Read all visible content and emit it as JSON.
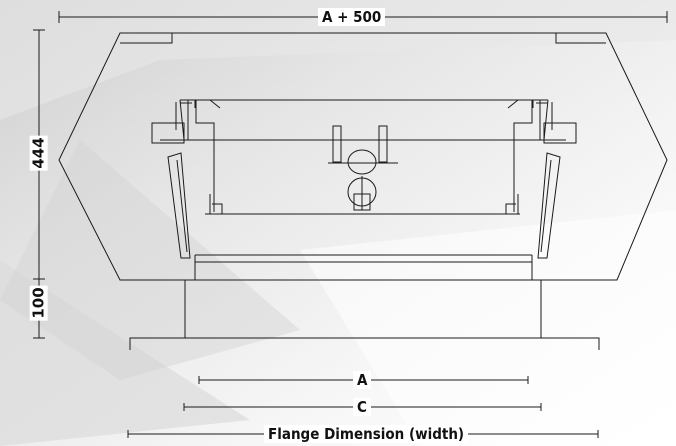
{
  "dimensions": {
    "top_width": "A + 500",
    "height_upper": "444",
    "height_lower": "100",
    "dim_a": "A",
    "dim_c": "C",
    "flange": "Flange Dimension (width)"
  },
  "colors": {
    "line": "#1a1a1a",
    "background_texture": "#d9d9d9"
  }
}
